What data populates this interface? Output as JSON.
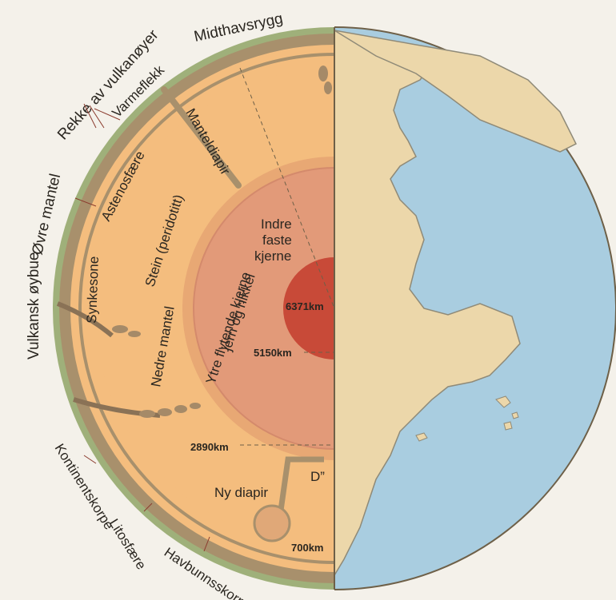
{
  "colors": {
    "background": "#f4f1ea",
    "ocean": "#a9cde0",
    "land": "#ecd7aa",
    "land_edge": "#8f8a78",
    "crust_green": "#9fb07a",
    "lithosphere": "#a8906c",
    "mantle": "#f4bd7e",
    "transition_zone": "#e8a874",
    "outer_core": "#e29a79",
    "outer_core_edge": "#d48a6c",
    "inner_core": "#c84a38",
    "outline": "#6e6048",
    "text": "#2a2620"
  },
  "labels": {
    "midthavsrygg": "Midthavsrygg",
    "rekke_av_vulkanoyer": "Rekke av vulkanøyer",
    "varmeflekk": "Varmeflekk",
    "vulkansk_oybue": "Vulkansk øybue",
    "ovre_mantel": "Øvre mantel",
    "astenosfaere": "Astenosfære",
    "manteldiapir": "Manteldiapir",
    "synkesone": "Synkesone",
    "stein": "Stein (peridotitt)",
    "nedre_mantel": "Nedre mantel",
    "ytre_kjerne_line1": "Ytre flytende kjerne",
    "ytre_kjerne_line2": "jern og nikkel",
    "indre_line1": "Indre",
    "indre_line2": "faste",
    "indre_line3": "kjerne",
    "kontinentskorpe": "Kontinentskorpe",
    "litosfaere": "Litosfære",
    "havbunnsskorpe": "Havbunnsskorpe",
    "ny_diapir": "Ny diapir",
    "d_double_prime": "D”"
  },
  "depths": {
    "inner_core": "6371km",
    "outer_core": "5150km",
    "core_mantle": "2890km",
    "upper_lower": "700km"
  }
}
